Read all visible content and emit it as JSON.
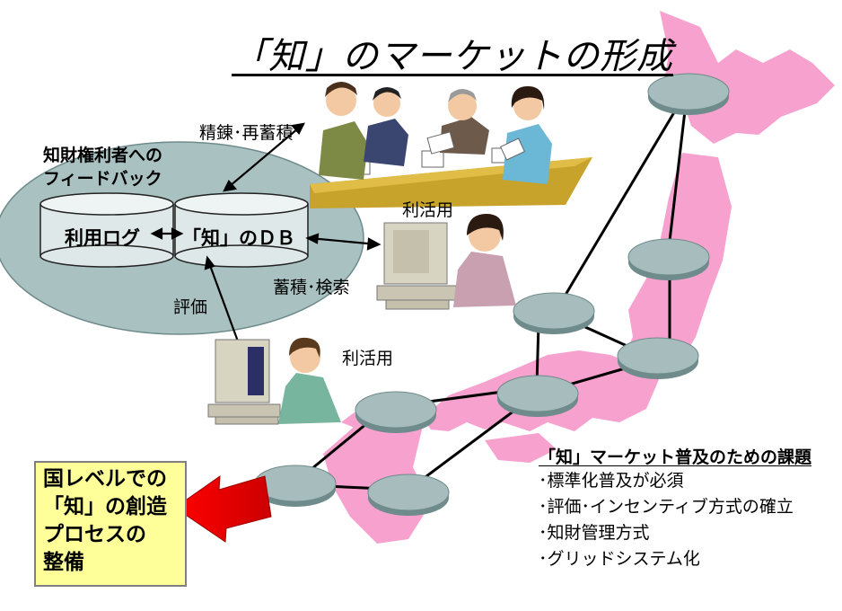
{
  "title": "「知」のマーケットの形成",
  "labels": {
    "refine": "精錬･再蓄積",
    "feedback_line1": "知財権利者への",
    "feedback_line2": "フィードバック",
    "use_log": "利用ログ",
    "knowledge_db": "「知」のＤＢ",
    "usage_top": "利活用",
    "usage_bottom": "利活用",
    "store_search": "蓄積･検索",
    "evaluation": "評価"
  },
  "issues": {
    "heading": "「知」マーケット普及のための課題",
    "items": [
      "･標準化普及が必須",
      "･評価･インセンティブ方式の確立",
      "･知財管理方式",
      "･グリッドシステム化"
    ]
  },
  "callout": {
    "lines": [
      "国レベルでの",
      "「知」の創造",
      "プロセスの",
      "整備"
    ]
  },
  "colors": {
    "map": "#f7a1cf",
    "ellipse": "#a9c1c1",
    "node": "#99b4b4",
    "callout_bg": "#ffff99",
    "arrow": "#ee0000"
  }
}
